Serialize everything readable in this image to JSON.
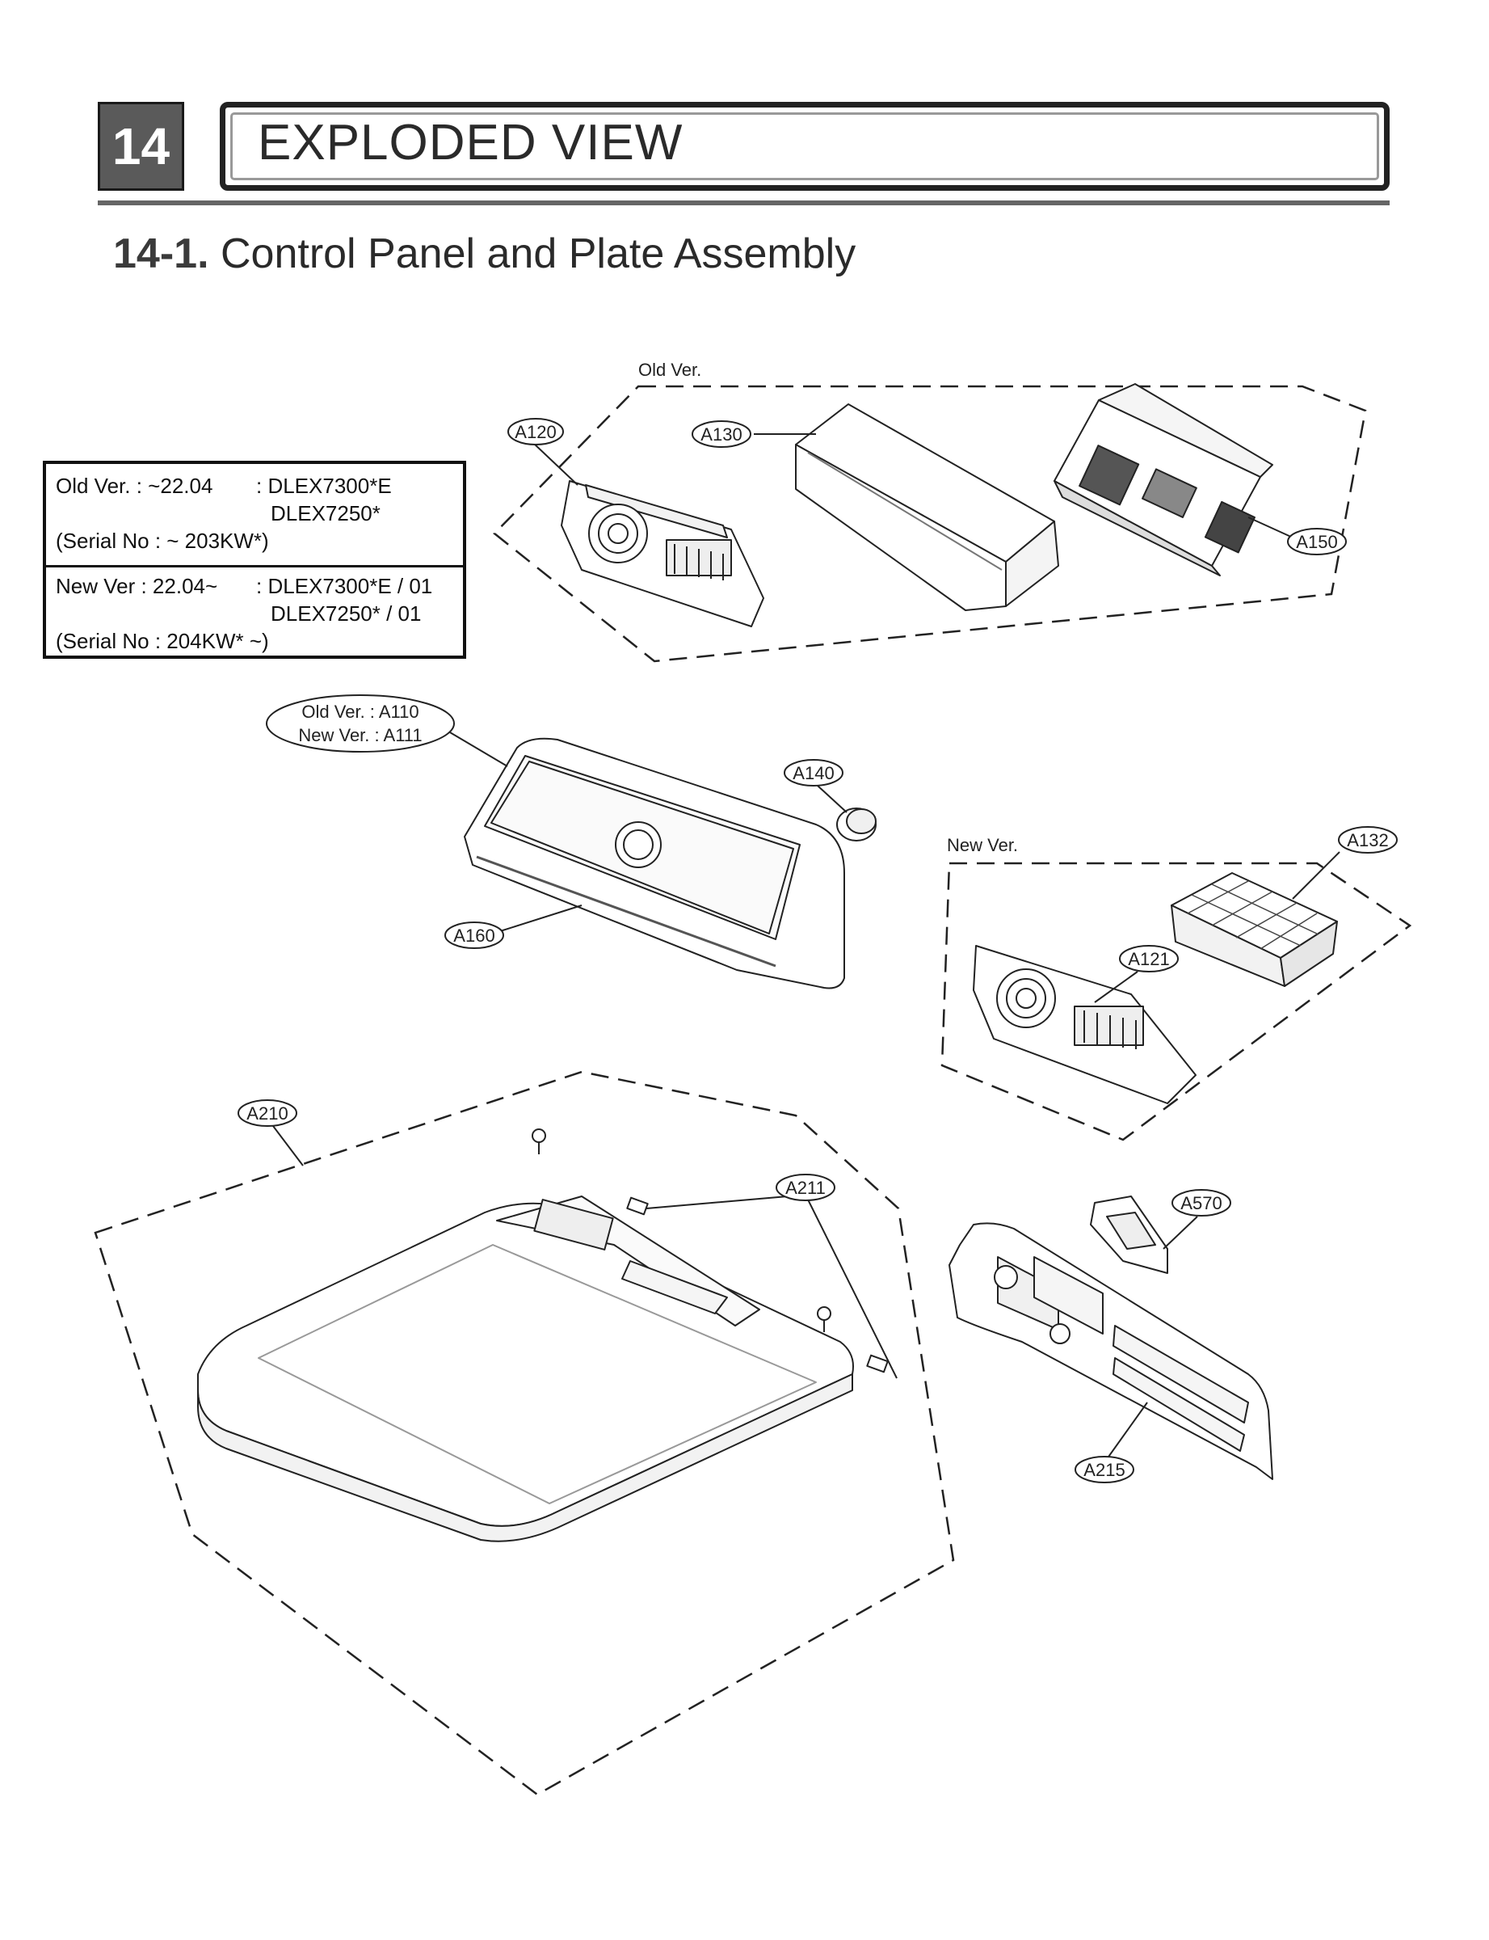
{
  "header": {
    "chapter_number": "14",
    "title": "EXPLODED VIEW"
  },
  "section": {
    "number": "14-1.",
    "title": "Control Panel and Plate Assembly"
  },
  "version_table": {
    "old": {
      "line1_left": "Old Ver. : ~22.04",
      "line1_right": ": DLEX7300*E",
      "line2_right": "DLEX7250*",
      "line3": "(Serial No : ~ 203KW*)"
    },
    "new": {
      "line1_left": "New Ver : 22.04~",
      "line1_right": ": DLEX7300*E / 01",
      "line2_right": "DLEX7250*   / 01",
      "line3": "(Serial No : 204KW* ~)"
    }
  },
  "group_labels": {
    "old": "Old Ver.",
    "new": "New Ver."
  },
  "callouts": {
    "a120": "A120",
    "a130": "A130",
    "a150": "A150",
    "a110_line1": "Old  Ver. : A110",
    "a110_line2": "New Ver. : A111",
    "a140": "A140",
    "a132": "A132",
    "a160": "A160",
    "a121": "A121",
    "a210": "A210",
    "a211": "A211",
    "a570": "A570",
    "a215": "A215"
  }
}
